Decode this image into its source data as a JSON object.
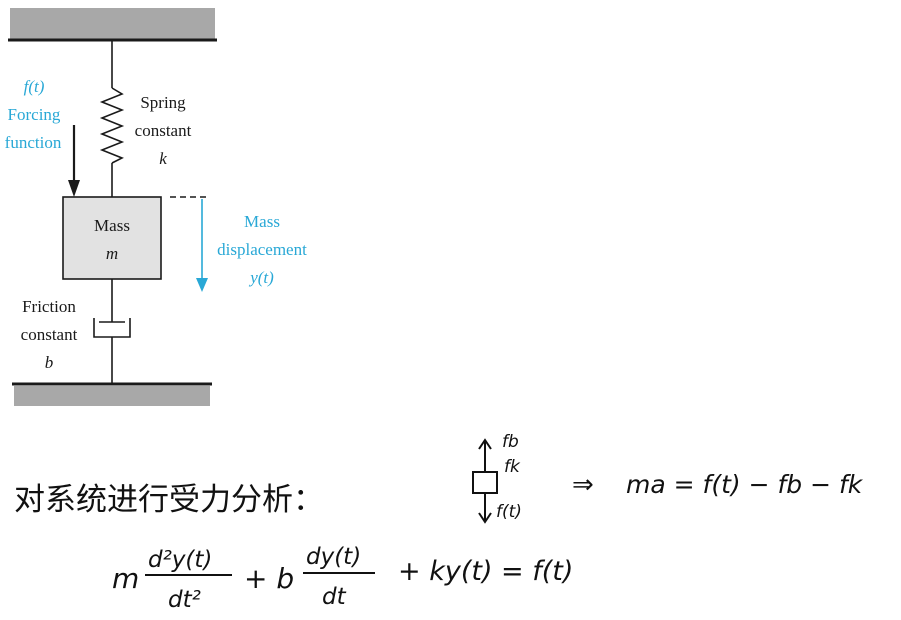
{
  "diagram": {
    "forcing": {
      "symbol": "f(t)",
      "line1": "Forcing",
      "line2": "function"
    },
    "spring": {
      "line1": "Spring",
      "line2": "constant",
      "symbol": "k"
    },
    "mass": {
      "label": "Mass",
      "symbol": "m"
    },
    "displacement": {
      "line1": "Mass",
      "line2": "displacement",
      "symbol": "y(t)"
    },
    "friction": {
      "line1": "Friction",
      "line2": "constant",
      "symbol": "b"
    }
  },
  "notes": {
    "analysis_label": "对系统进行受力分析：",
    "fbd": {
      "fb": "fb",
      "fk": "fk",
      "ft": "f(t)"
    },
    "implies": "⇒",
    "newton": "ma = f(t) − fb − fk",
    "ode": {
      "m": "m",
      "d2_num": "d²y(t)",
      "d2_den": "dt²",
      "plus1": "+ b",
      "d1_num": "dy(t)",
      "d1_den": "dt",
      "tail": "+ ky(t) = f(t)"
    }
  },
  "colors": {
    "accent": "#29a8d6",
    "ink": "#1a1a1a",
    "wall": "#a8a8a8",
    "mass_fill": "#e2e2e2"
  }
}
